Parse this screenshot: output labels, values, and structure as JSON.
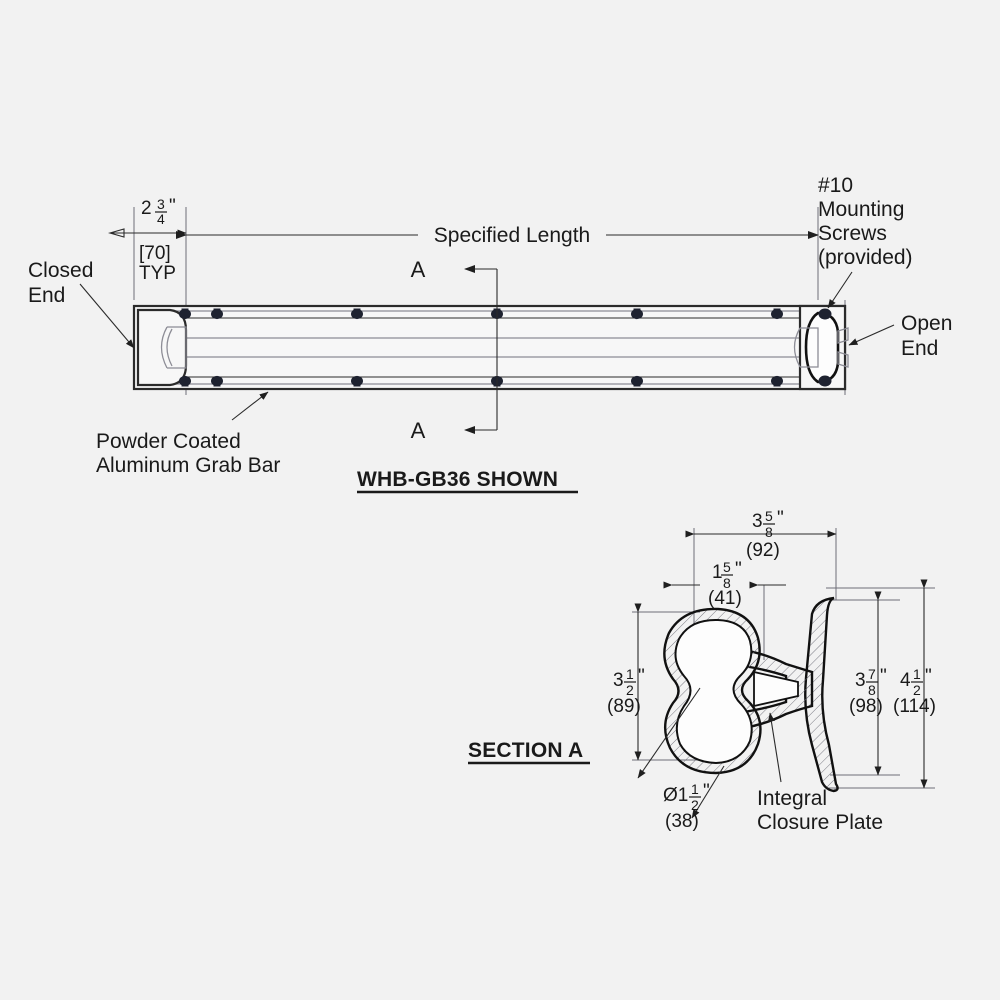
{
  "drawing": {
    "background_color": "#f2f2f2",
    "line_color": "#2b2b2b",
    "title_plan": "WHB-GB36 SHOWN",
    "title_section": "SECTION A"
  },
  "plan_view": {
    "dim_specified_length": "Specified Length",
    "dim_end_inch_whole": "2",
    "dim_end_inch_num": "3",
    "dim_end_inch_den": "4",
    "dim_end_inch_mark": "\"",
    "dim_end_mm": "[70]",
    "dim_end_typ": "TYP",
    "label_closed_end_l1": "Closed",
    "label_closed_end_l2": "End",
    "label_open_end_l1": "Open",
    "label_open_end_l2": "End",
    "label_screws_l1": "#10",
    "label_screws_l2": "Mounting",
    "label_screws_l3": "Screws",
    "label_screws_l4": "(provided)",
    "label_material_l1": "Powder Coated",
    "label_material_l2": "Aluminum Grab Bar",
    "section_mark_top": "A",
    "section_mark_bottom": "A",
    "screw_positions_x": [
      185,
      217,
      357,
      497,
      637,
      777,
      830
    ],
    "screw_rows_y": [
      314,
      381
    ]
  },
  "section_view": {
    "dim_overall_width_whole": "3",
    "dim_overall_width_num": "5",
    "dim_overall_width_den": "8",
    "dim_overall_width_mark": "\"",
    "dim_overall_width_mm": "(92)",
    "dim_tube_offset_whole": "1",
    "dim_tube_offset_num": "5",
    "dim_tube_offset_den": "8",
    "dim_tube_offset_mark": "\"",
    "dim_tube_offset_mm": "(41)",
    "dim_tube_height_whole": "3",
    "dim_tube_height_num": "1",
    "dim_tube_height_den": "2",
    "dim_tube_height_mark": "\"",
    "dim_tube_height_mm": "(89)",
    "dim_plate_inner_whole": "3",
    "dim_plate_inner_num": "7",
    "dim_plate_inner_den": "8",
    "dim_plate_inner_mark": "\"",
    "dim_plate_inner_mm": "(98)",
    "dim_plate_outer_whole": "4",
    "dim_plate_outer_num": "1",
    "dim_plate_outer_den": "2",
    "dim_plate_outer_mark": "\"",
    "dim_plate_outer_mm": "(114)",
    "dim_grip_dia_prefix": "Ø1",
    "dim_grip_dia_num": "1",
    "dim_grip_dia_den": "2",
    "dim_grip_dia_mark": "\"",
    "dim_grip_dia_mm": "(38)",
    "label_closure_l1": "Integral",
    "label_closure_l2": "Closure Plate"
  }
}
